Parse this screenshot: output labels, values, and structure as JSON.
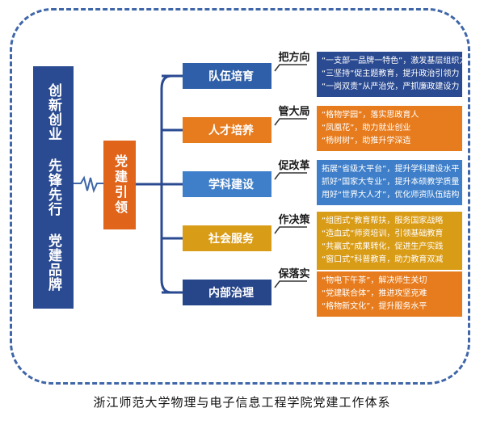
{
  "left_block": "创新创业 先锋先行 党建品牌",
  "center_block": "党建引领",
  "categories": [
    {
      "label": "队伍培育",
      "verb": "把方向",
      "lines": [
        "“一支部一品牌一特色”，激发基层组织力",
        "“三坚持”促主题教育，提升政治引领力",
        "“一岗双责”从严治党，严抓廉政建设力"
      ]
    },
    {
      "label": "人才培养",
      "verb": "管大局",
      "lines": [
        "“格物学园”，落实思政育人",
        "“凤凰花”，助力就业创业",
        "“杨树树”，助推升学深造"
      ]
    },
    {
      "label": "学科建设",
      "verb": "促改革",
      "lines": [
        "拓展“省级大平台”，提升学科建设水平",
        "抓好“国家大专业”，提升本硕教学质量",
        "用好“世界大人才”，优化师资队伍结构"
      ]
    },
    {
      "label": "社会服务",
      "verb": "作决策",
      "lines": [
        "“组团式”教育帮扶，服务国家战略",
        "“造血式”师资培训，引领基础教育",
        "“共赢式”成果转化，促进生产实践",
        "“窗口式”科普教育，助力教育双减"
      ]
    },
    {
      "label": "内部治理",
      "verb": "保落实",
      "lines": [
        "“物电下午茶”，解决师生关切",
        "“党建联合体”，推进攻坚克难",
        "“格物新文化”，提升服务水平"
      ]
    }
  ],
  "colors": {
    "frame": "#3f66a8",
    "left": "#2a4a91",
    "center": "#e0641a",
    "box_navy": "#2a4a91",
    "box_orange": "#e77c1e",
    "box_sky": "#3f7fc9",
    "box_gold": "#d99c17"
  },
  "caption": "浙江师范大学物理与电子信息工程学院党建工作体系"
}
